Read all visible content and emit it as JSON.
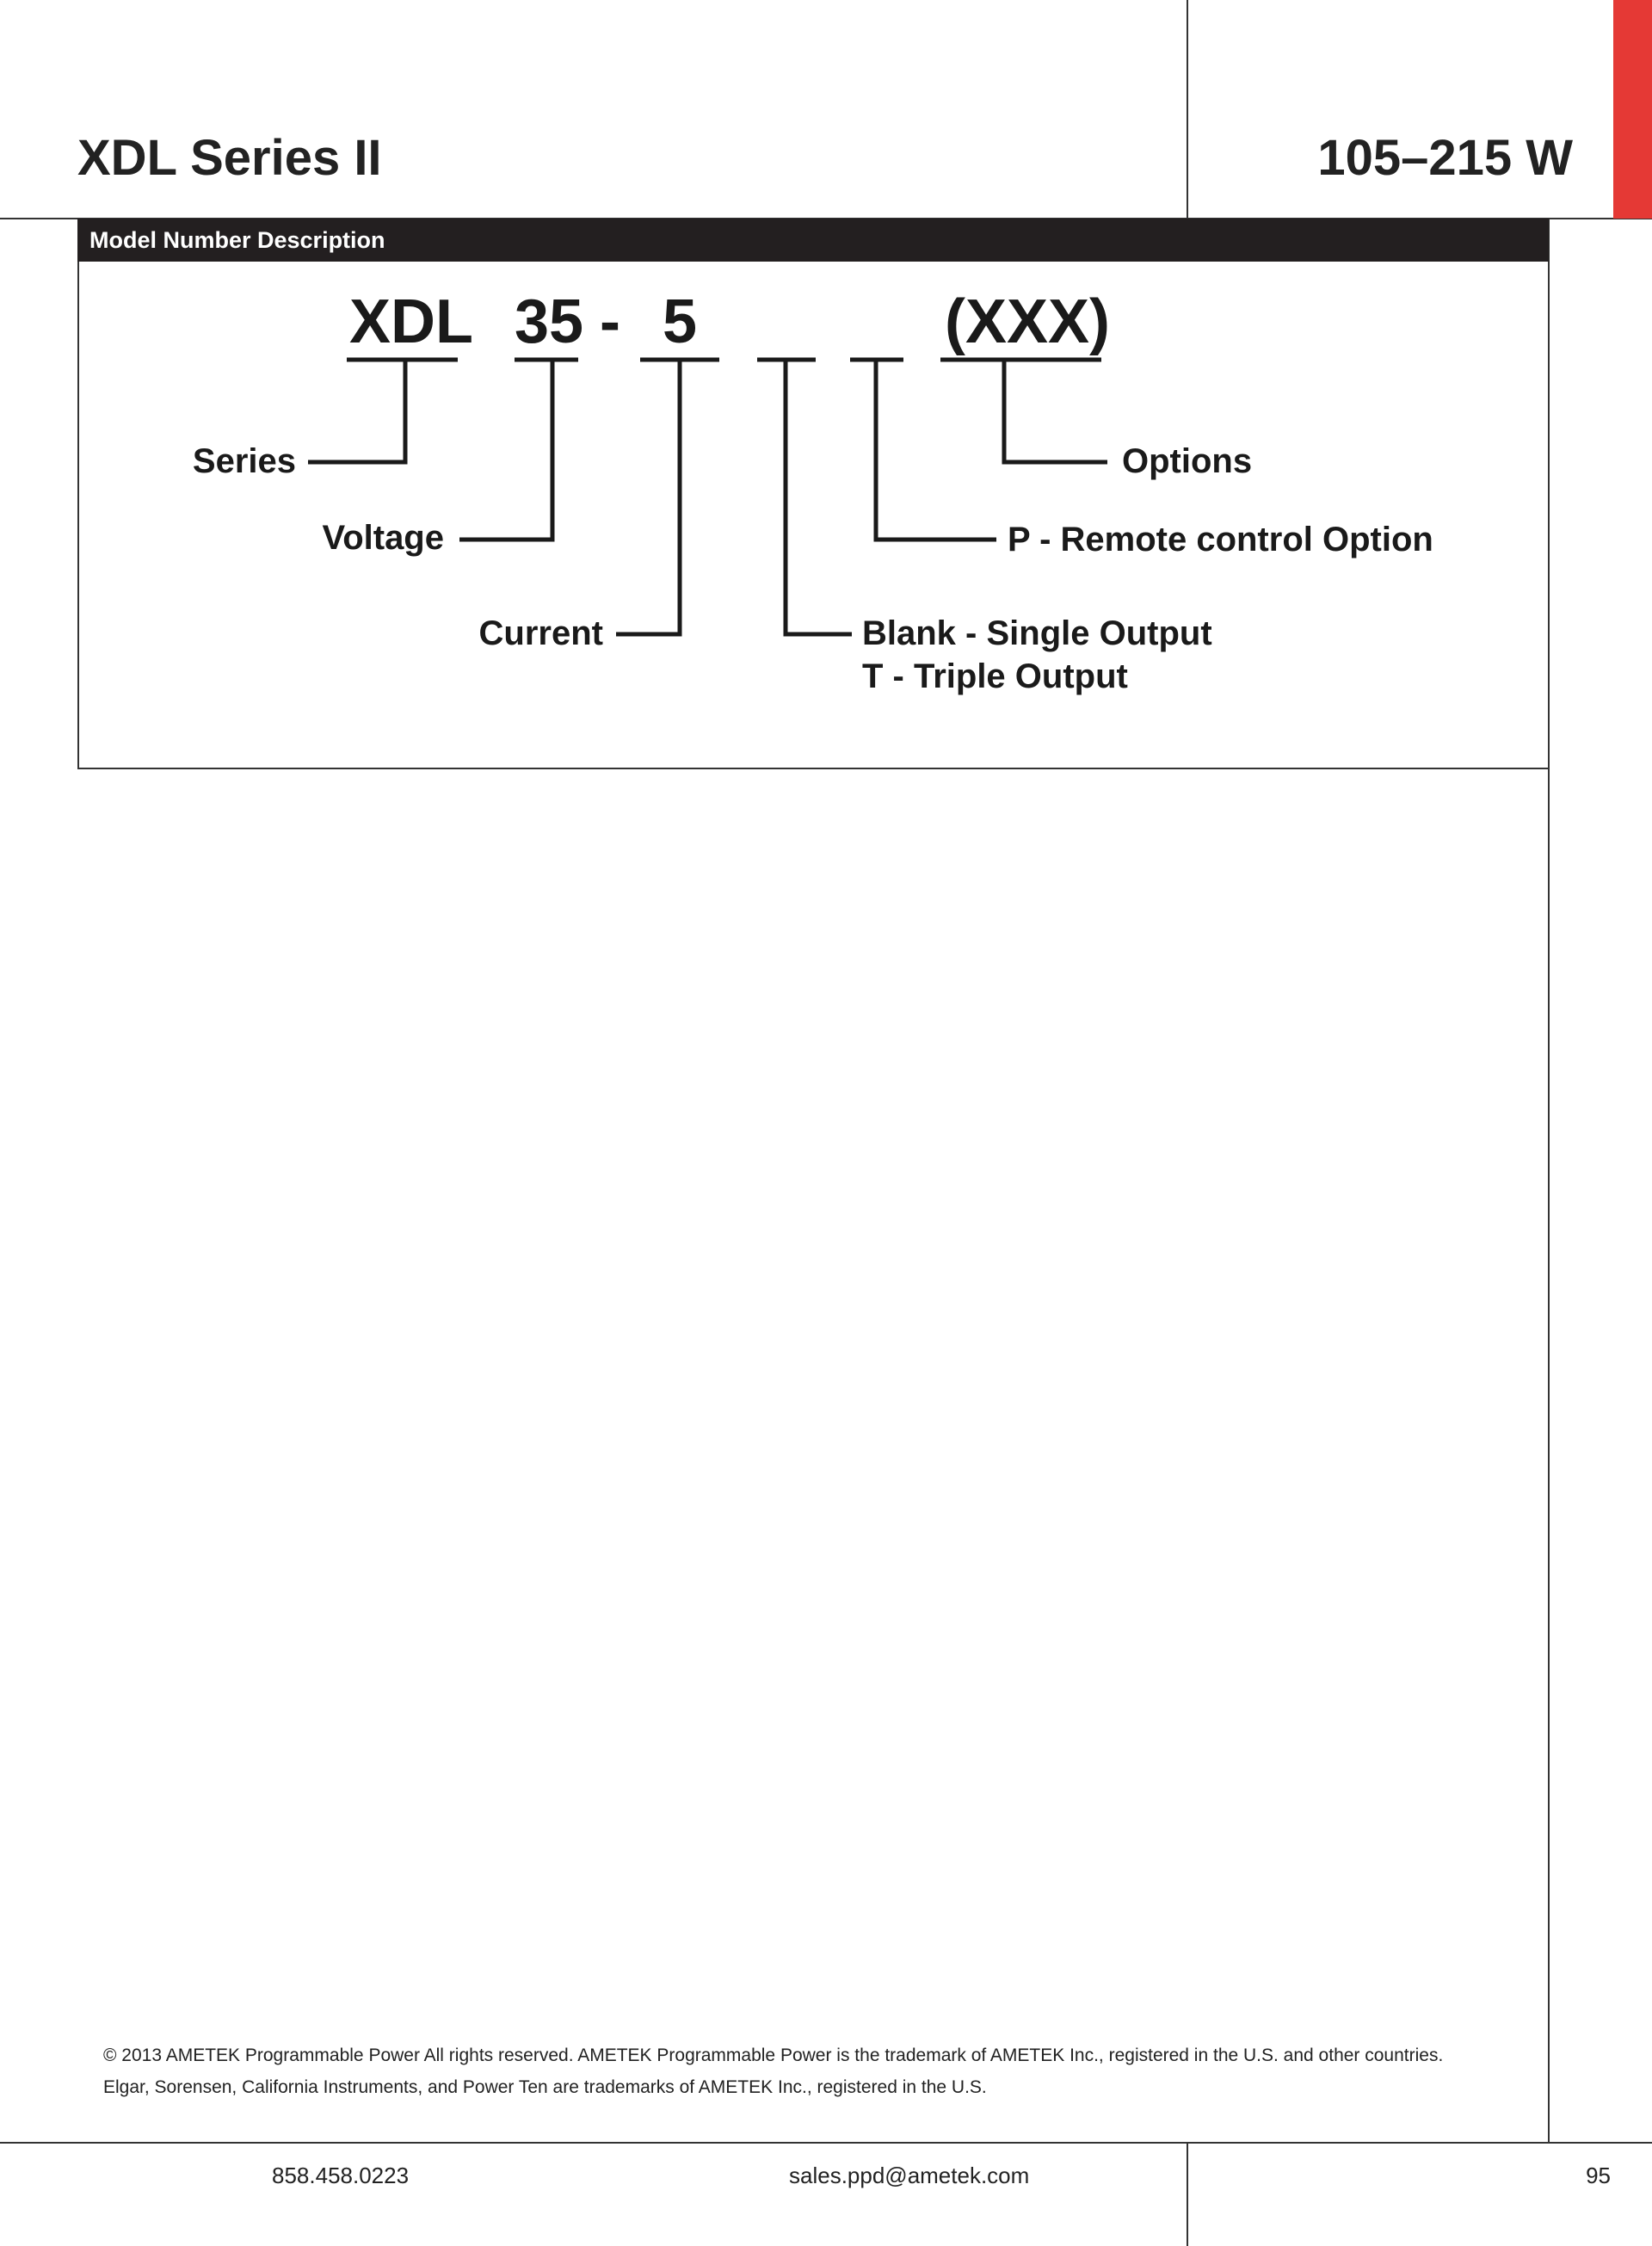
{
  "header": {
    "title": "XDL Series II",
    "power_range": "105–215 W",
    "accent_color": "#e53935"
  },
  "panel": {
    "title": "Model Number Description",
    "header_color": "#231f20"
  },
  "model_code": {
    "series": "XDL",
    "voltage": "35",
    "separator": "-",
    "current": "5",
    "options": "(XXX)"
  },
  "labels": {
    "series": "Series",
    "voltage": "Voltage",
    "current": "Current",
    "output_line1": "Blank - Single Output",
    "output_line2": "T - Triple Output",
    "remote": "P - Remote control Option",
    "options": "Options"
  },
  "copyright": {
    "line1": "© 2013 AMETEK Programmable Power All rights reserved. AMETEK Programmable Power is the trademark of AMETEK Inc., registered in the U.S. and other countries.",
    "line2": "Elgar, Sorensen, California Instruments, and Power Ten are trademarks of AMETEK Inc., registered in the U.S."
  },
  "footer": {
    "phone": "858.458.0223",
    "email": "sales.ppd@ametek.com",
    "page_number": "95"
  }
}
